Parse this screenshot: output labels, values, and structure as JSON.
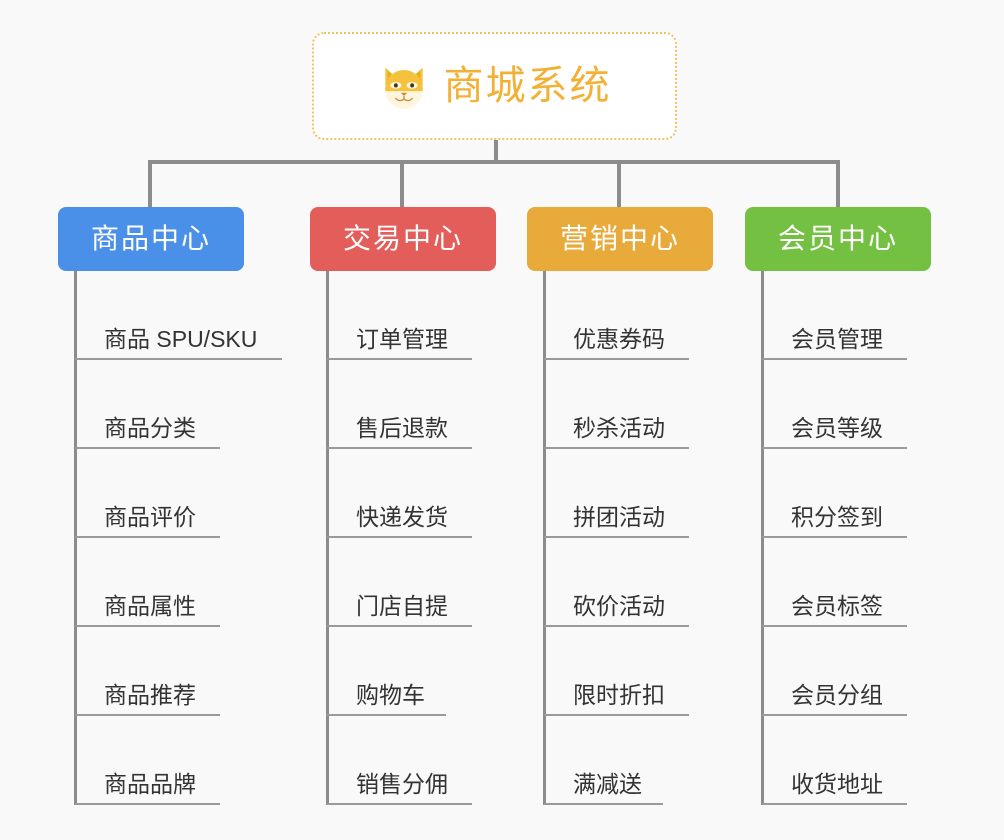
{
  "root": {
    "title": "商城系统",
    "icon": "shiba-dog-face-emoji",
    "title_color": "#f2b134",
    "border_color": "#f0c065"
  },
  "canvas": {
    "background_color": "#f9f9f9",
    "connector_color": "#8c8c8c"
  },
  "branches": [
    {
      "title": "商品中心",
      "color": "#4a90e8",
      "leaves": [
        {
          "label": "商品 SPU/SKU",
          "rule_width": 207
        },
        {
          "label": "商品分类",
          "rule_width": 145
        },
        {
          "label": "商品评价",
          "rule_width": 145
        },
        {
          "label": "商品属性",
          "rule_width": 145
        },
        {
          "label": "商品推荐",
          "rule_width": 145
        },
        {
          "label": "商品品牌",
          "rule_width": 145
        }
      ]
    },
    {
      "title": "交易中心",
      "color": "#e35d5b",
      "leaves": [
        {
          "label": "订单管理",
          "rule_width": 145
        },
        {
          "label": "售后退款",
          "rule_width": 145
        },
        {
          "label": "快递发货",
          "rule_width": 145
        },
        {
          "label": "门店自提",
          "rule_width": 145
        },
        {
          "label": "购物车",
          "rule_width": 119
        },
        {
          "label": "销售分佣",
          "rule_width": 145
        }
      ]
    },
    {
      "title": "营销中心",
      "color": "#e9aa3c",
      "leaves": [
        {
          "label": "优惠券码",
          "rule_width": 145
        },
        {
          "label": "秒杀活动",
          "rule_width": 145
        },
        {
          "label": "拼团活动",
          "rule_width": 145
        },
        {
          "label": "砍价活动",
          "rule_width": 145
        },
        {
          "label": "限时折扣",
          "rule_width": 145
        },
        {
          "label": "满减送",
          "rule_width": 119
        }
      ]
    },
    {
      "title": "会员中心",
      "color": "#74c043",
      "leaves": [
        {
          "label": "会员管理",
          "rule_width": 145
        },
        {
          "label": "会员等级",
          "rule_width": 145
        },
        {
          "label": "积分签到",
          "rule_width": 145
        },
        {
          "label": "会员标签",
          "rule_width": 145
        },
        {
          "label": "会员分组",
          "rule_width": 145
        },
        {
          "label": "收货地址",
          "rule_width": 145
        }
      ]
    }
  ]
}
